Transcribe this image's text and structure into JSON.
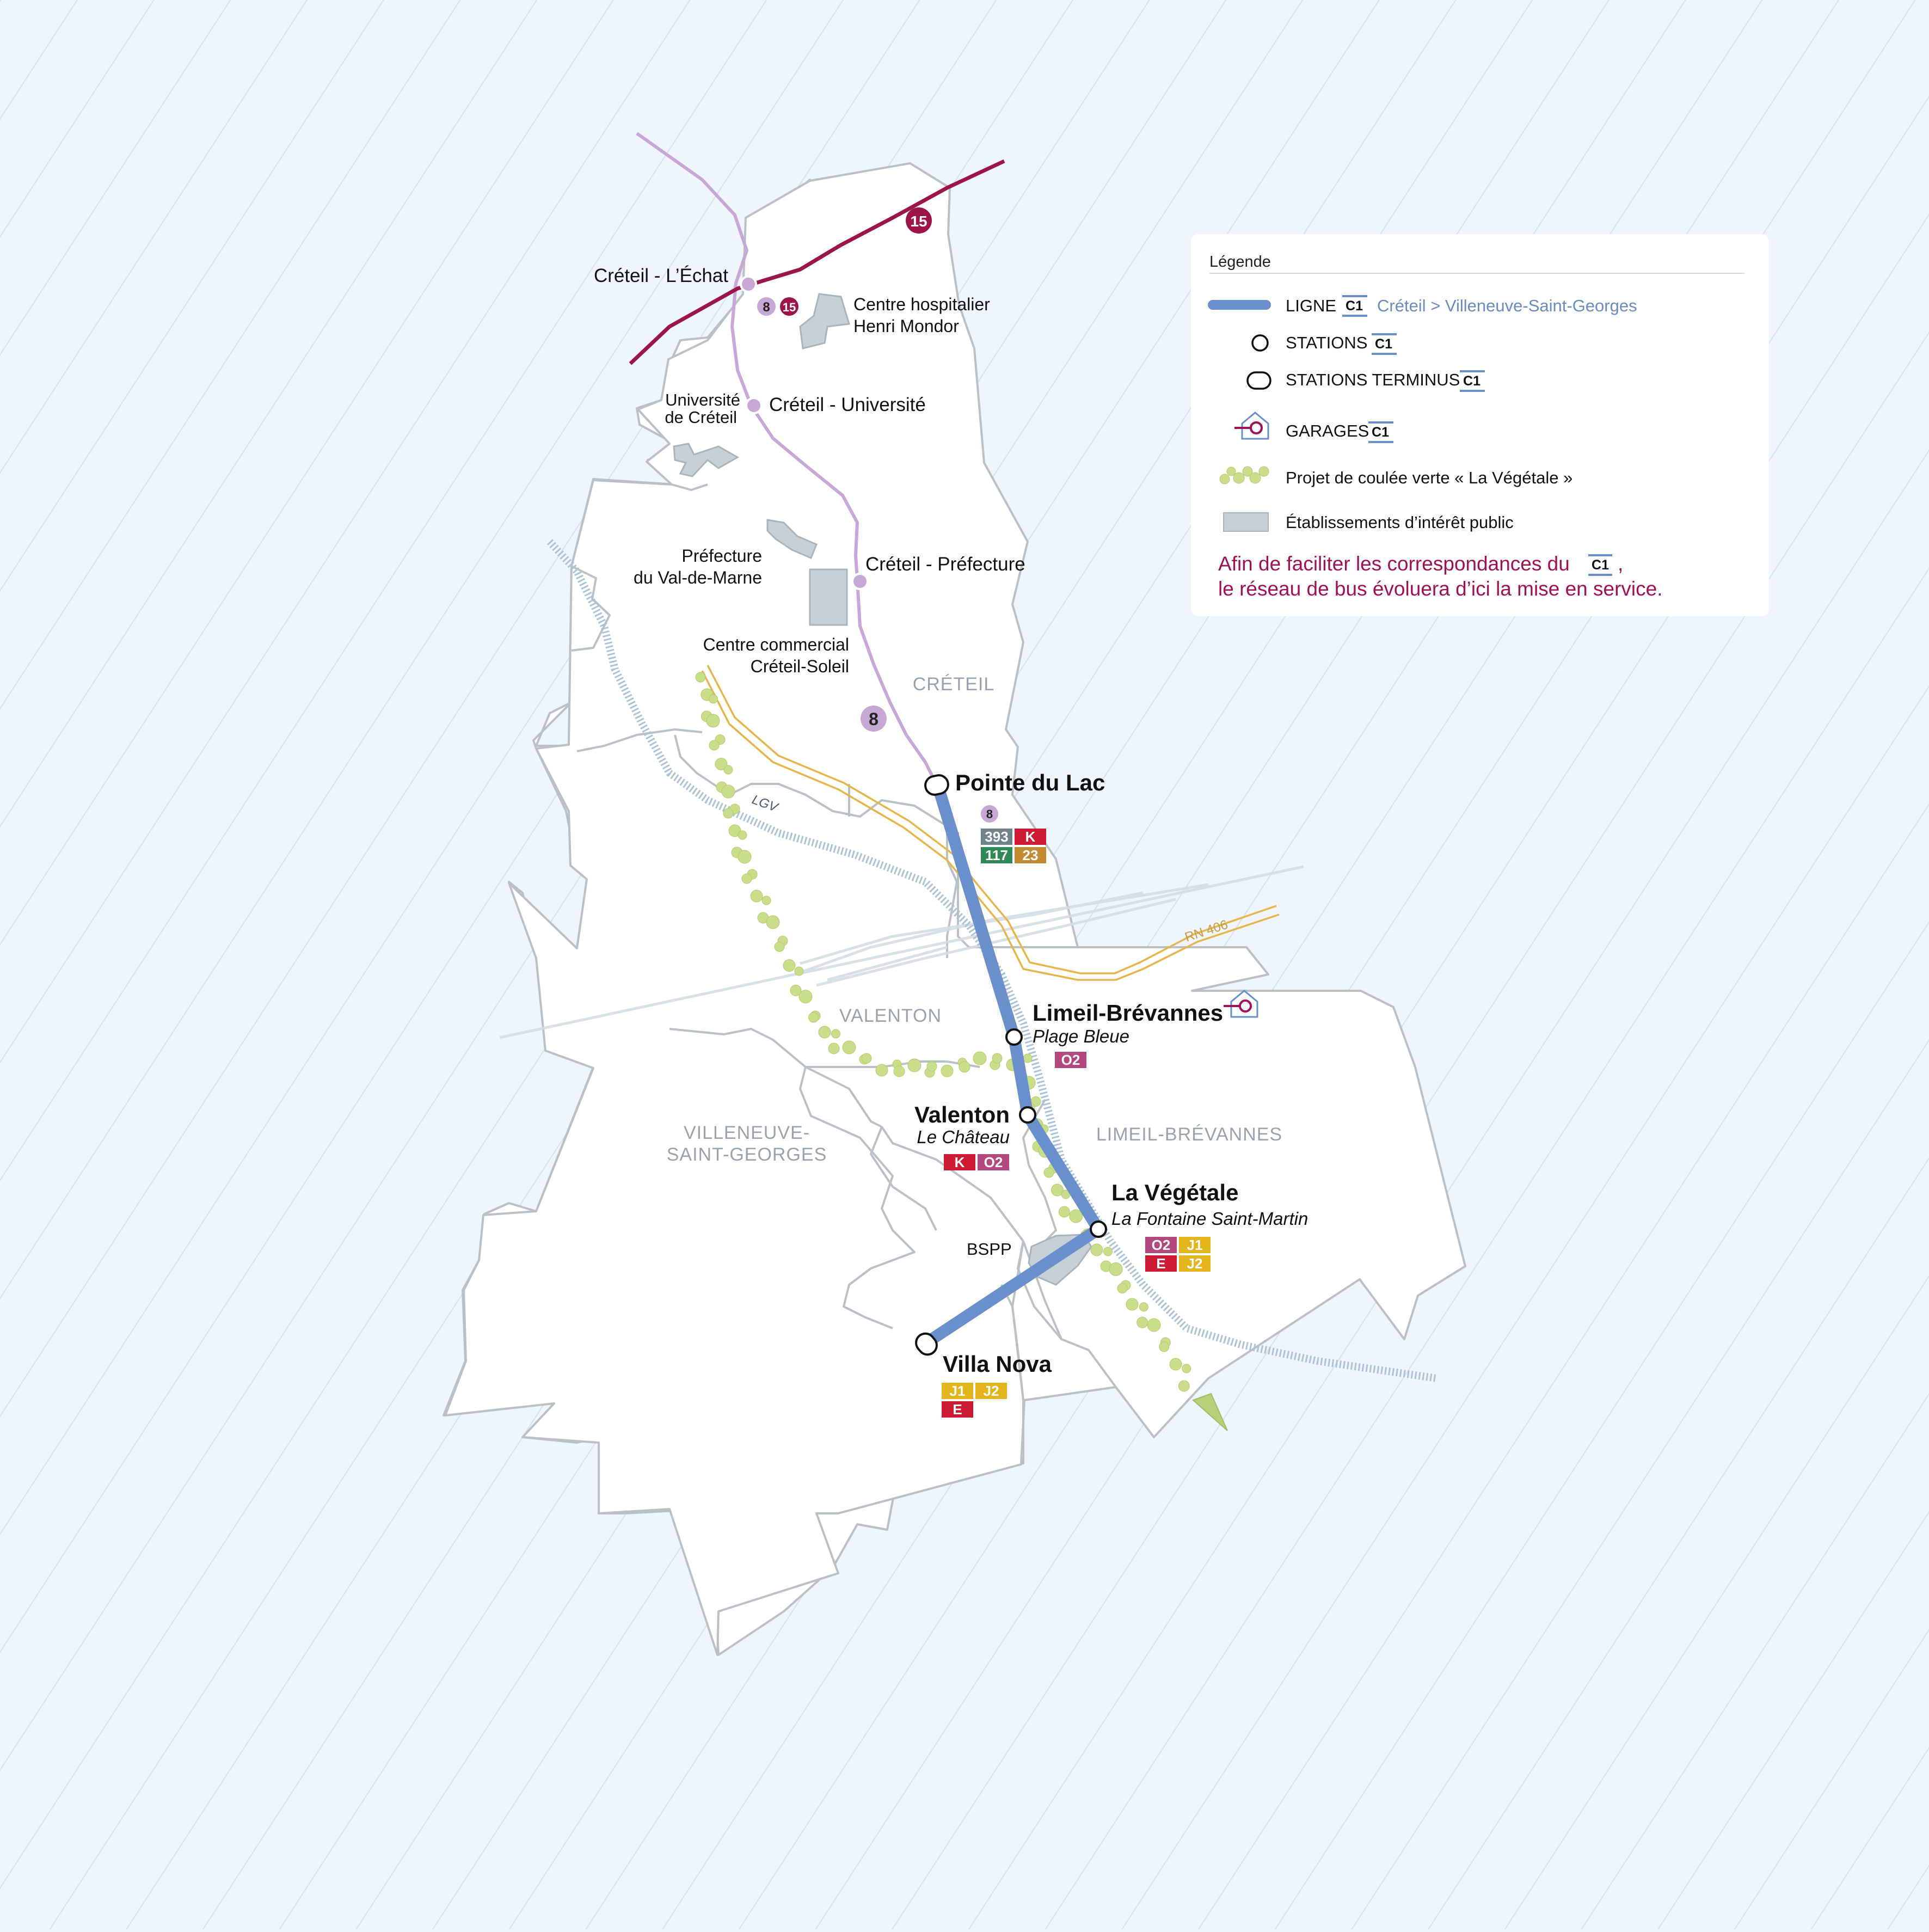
{
  "colors": {
    "background": "#eef5fc",
    "territory": "#ffffff",
    "border": "#b9c0c6",
    "line_c1": "#6a90cb",
    "metro_8": "#c7a7d6",
    "metro_15": "#9c1448",
    "green_corridor": "#c9de8a",
    "public_building": "#c7d0d6",
    "road": "#e7b54b",
    "note": "#a21056"
  },
  "metro": {
    "line8_badge": "8",
    "line15_badge": "15"
  },
  "places": {
    "echat": "Créteil - L’Échat",
    "universite": "Créteil - Université",
    "prefecture_station": "Créteil - Préfecture",
    "hospital_line1": "Centre hospitalier",
    "hospital_line2": "Henri Mondor",
    "univ_line1": "Université",
    "univ_line2": "de Créteil",
    "pref_line1": "Préfecture",
    "pref_line2": "du Val-de-Marne",
    "mall_line1": "Centre commercial",
    "mall_line2": "Créteil-Soleil",
    "bspp": "BSPP",
    "lgv": "LGV",
    "rn406": "RN 406"
  },
  "towns": {
    "creteil": "CRÉTEIL",
    "valenton": "VALENTON",
    "limeil": "LIMEIL-BRÉVANNES",
    "vsg_line1": "VILLENEUVE-",
    "vsg_line2": "SAINT-GEORGES"
  },
  "stations": [
    {
      "name": "Pointe du Lac",
      "sub": "",
      "terminus": true
    },
    {
      "name": "Limeil-Brévannes",
      "sub": "Plage Bleue",
      "terminus": false
    },
    {
      "name": "Valenton",
      "sub": "Le Château",
      "terminus": false
    },
    {
      "name": "La Végétale",
      "sub": "La Fontaine Saint-Martin",
      "terminus": false
    },
    {
      "name": "Villa Nova",
      "sub": "",
      "terminus": true
    }
  ],
  "bus_badges": {
    "pointe_du_lac": [
      {
        "label": "393",
        "color": "#6f8488"
      },
      {
        "label": "K",
        "color": "#cc1b32"
      },
      {
        "label": "117",
        "color": "#2d8a57"
      },
      {
        "label": "23",
        "color": "#c38b31"
      }
    ],
    "limeil": [
      {
        "label": "O2",
        "color": "#b2487f"
      }
    ],
    "valenton": [
      {
        "label": "K",
        "color": "#cc1b32"
      },
      {
        "label": "O2",
        "color": "#b2487f"
      }
    ],
    "vegetale": [
      {
        "label": "O2",
        "color": "#b2487f"
      },
      {
        "label": "J1",
        "color": "#e3b51b"
      },
      {
        "label": "E",
        "color": "#cc1b32"
      },
      {
        "label": "J2",
        "color": "#e3b51b"
      }
    ],
    "villa_nova": [
      {
        "label": "J1",
        "color": "#e3b51b"
      },
      {
        "label": "J2",
        "color": "#e3b51b"
      },
      {
        "label": "E",
        "color": "#cc1b32"
      }
    ]
  },
  "legend": {
    "title": "Légende",
    "line_label": "LIGNE",
    "c1": "C1",
    "route": "Créteil > Villeneuve-Saint-Georges",
    "stations": "STATIONS",
    "terminus": "STATIONS TERMINUS",
    "garages": "GARAGES",
    "green": "Projet de coulée verte « La Végétale »",
    "public": "Établissements d’intérêt public",
    "note_line1_a": "Afin de faciliter les correspondances du",
    "note_line1_b": ",",
    "note_line2": "le réseau de bus évoluera d’ici la mise en service."
  }
}
